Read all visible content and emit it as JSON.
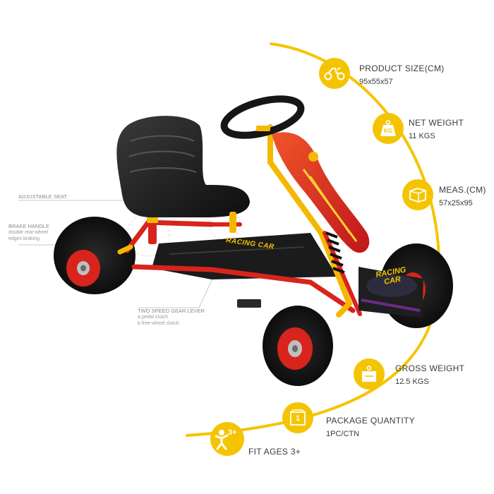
{
  "specs": {
    "product_size": {
      "label": "PRODUCT SIZE(CM)",
      "value": "95x55x57"
    },
    "net_weight": {
      "label": "NET WEIGHT",
      "value": "11 KGS"
    },
    "meas": {
      "label": "MEAS.(CM)",
      "value": "57x25x95"
    },
    "gross_weight": {
      "label": "GROSS WEIGHT",
      "value": "12.5 KGS"
    },
    "package_quantity": {
      "label": "PACKAGE QUANTITY",
      "value": "1PC/CTN"
    },
    "fit_ages": {
      "label": "FIT AGES 3+"
    }
  },
  "icons": {
    "product_size": "go-kart-icon",
    "net_weight": "kg-weight-icon",
    "meas": "carton-box-icon",
    "gross_weight": "gross-weight-box-icon",
    "package_quantity": "package-one-icon",
    "fit_ages": "child-age-3plus-icon",
    "net_weight_badge": "KG",
    "package_badge": "1",
    "age_badge": "3+"
  },
  "callouts": {
    "seat": {
      "title": "ADJUSTABLE SEAT"
    },
    "brake": {
      "title": "BRAKE HANDLE",
      "line1": "double rear-wheel",
      "line2": "edges braking"
    },
    "gear": {
      "title": "TWO SPEED GEAR LEVER",
      "line1": "a pedal clutch",
      "line2": "b free-wheel clutch"
    }
  },
  "decals": {
    "body": "RACING CAR",
    "sign_line1": "RACING",
    "sign_line2": "CAR"
  },
  "colors": {
    "accent_yellow": "#F5C400",
    "kart_red": "#D8241C",
    "seat_black": "#1a1a1a",
    "text_gray": "#3a3a3a"
  }
}
